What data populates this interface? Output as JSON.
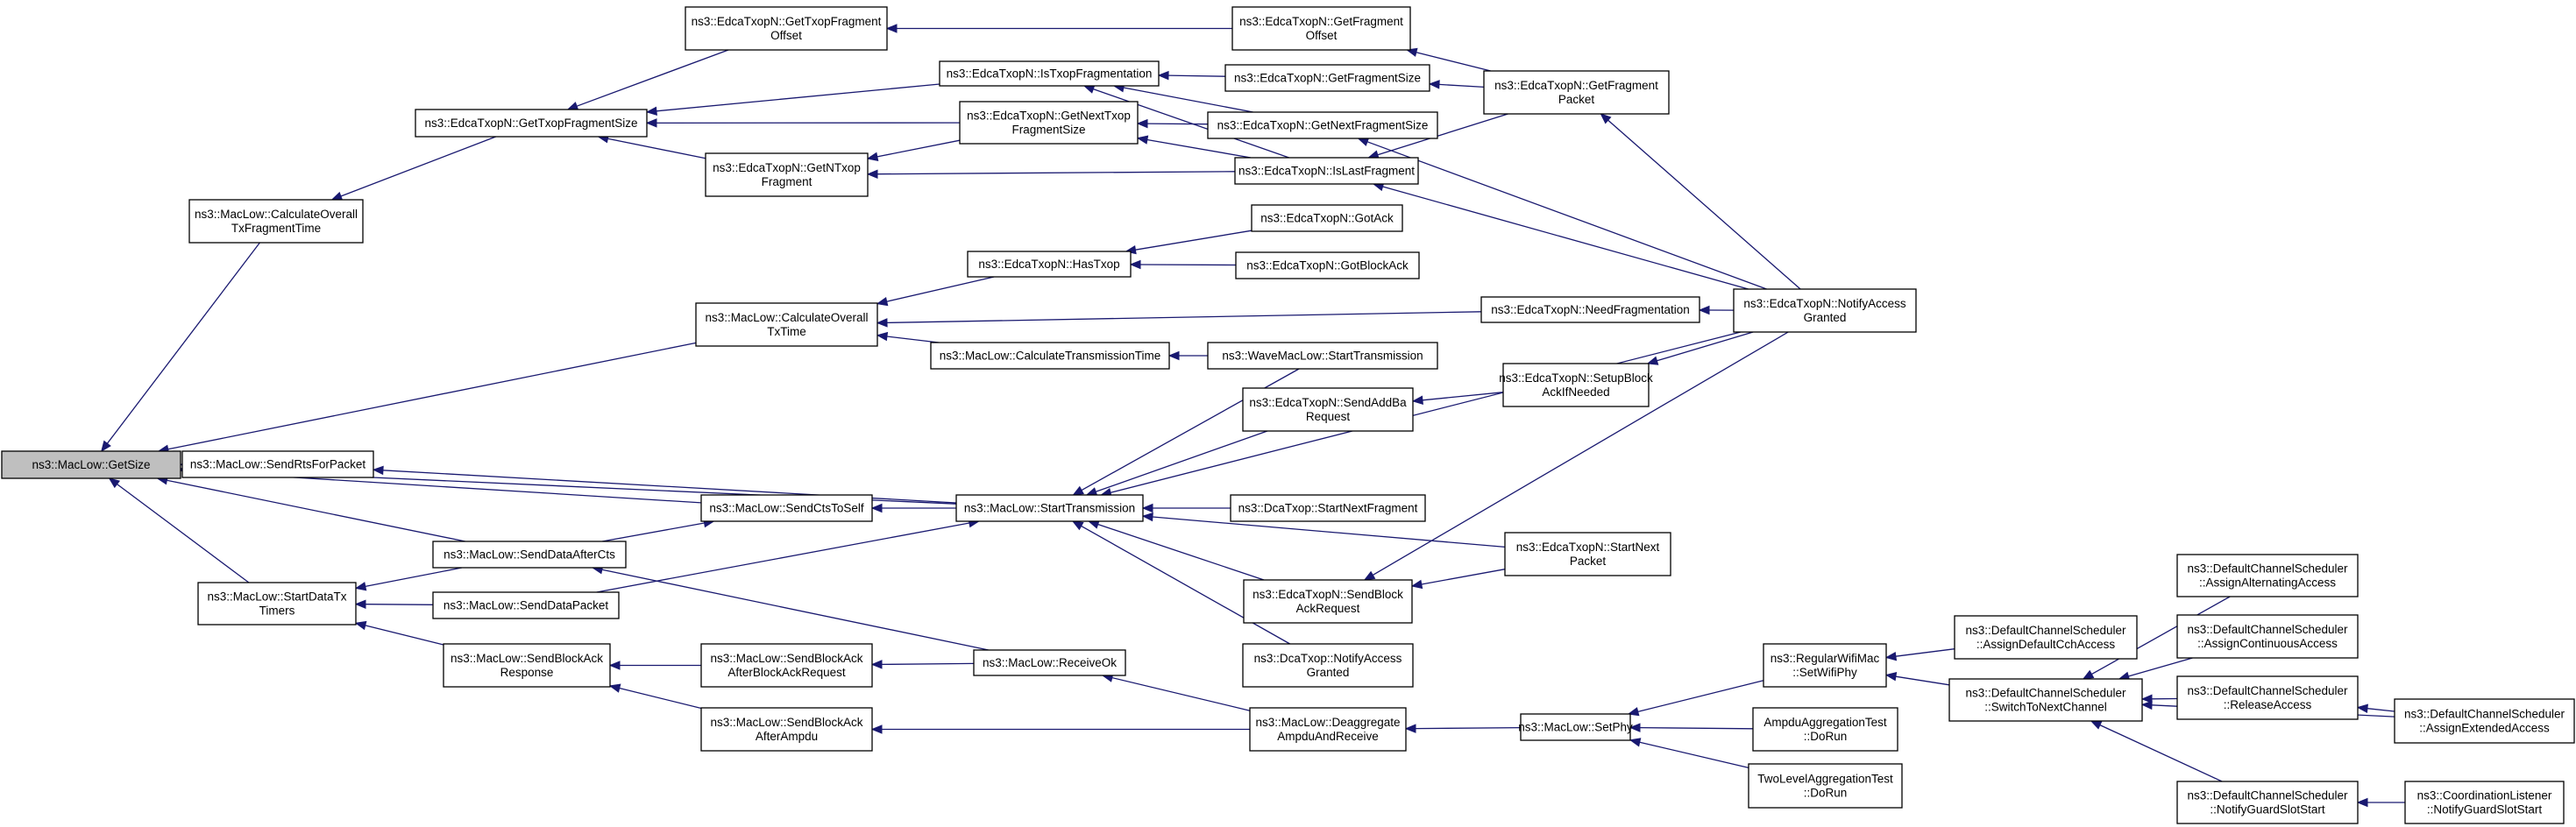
{
  "graph": {
    "root": "n_getsize",
    "edge_color": "#191970",
    "root_fill": "#bfbfbf",
    "nodes": [
      {
        "id": "n_getsize",
        "lines": [
          "ns3::MacLow::GetSize"
        ]
      },
      {
        "id": "n_calc_overall_frag",
        "lines": [
          "ns3::MacLow::CalculateOverall",
          "TxFragmentTime"
        ]
      },
      {
        "id": "n_get_txop_frag_size",
        "lines": [
          "ns3::EdcaTxopN::GetTxopFragmentSize"
        ]
      },
      {
        "id": "n_get_txop_frag_offset",
        "lines": [
          "ns3::EdcaTxopN::GetTxopFragment",
          "Offset"
        ]
      },
      {
        "id": "n_is_txop_frag",
        "lines": [
          "ns3::EdcaTxopN::IsTxopFragmentation"
        ]
      },
      {
        "id": "n_get_next_txop_frag_size",
        "lines": [
          "ns3::EdcaTxopN::GetNextTxop",
          "FragmentSize"
        ]
      },
      {
        "id": "n_get_ntxop_frag",
        "lines": [
          "ns3::EdcaTxopN::GetNTxop",
          "Fragment"
        ]
      },
      {
        "id": "n_get_frag_offset",
        "lines": [
          "ns3::EdcaTxopN::GetFragment",
          "Offset"
        ]
      },
      {
        "id": "n_get_frag_size",
        "lines": [
          "ns3::EdcaTxopN::GetFragmentSize"
        ]
      },
      {
        "id": "n_get_next_frag_size",
        "lines": [
          "ns3::EdcaTxopN::GetNextFragmentSize"
        ]
      },
      {
        "id": "n_is_last_frag",
        "lines": [
          "ns3::EdcaTxopN::IsLastFragment"
        ]
      },
      {
        "id": "n_get_frag_packet",
        "lines": [
          "ns3::EdcaTxopN::GetFragment",
          "Packet"
        ]
      },
      {
        "id": "n_calc_overall_tx",
        "lines": [
          "ns3::MacLow::CalculateOverall",
          "TxTime"
        ]
      },
      {
        "id": "n_has_txop",
        "lines": [
          "ns3::EdcaTxopN::HasTxop"
        ]
      },
      {
        "id": "n_got_ack",
        "lines": [
          "ns3::EdcaTxopN::GotAck"
        ]
      },
      {
        "id": "n_got_block_ack",
        "lines": [
          "ns3::EdcaTxopN::GotBlockAck"
        ]
      },
      {
        "id": "n_need_frag",
        "lines": [
          "ns3::EdcaTxopN::NeedFragmentation"
        ]
      },
      {
        "id": "n_notify_access",
        "lines": [
          "ns3::EdcaTxopN::NotifyAccess",
          "Granted"
        ]
      },
      {
        "id": "n_calc_trans_time",
        "lines": [
          "ns3::MacLow::CalculateTransmissionTime"
        ]
      },
      {
        "id": "n_wave_start_trans",
        "lines": [
          "ns3::WaveMacLow::StartTransmission"
        ]
      },
      {
        "id": "n_send_addba",
        "lines": [
          "ns3::EdcaTxopN::SendAddBa",
          "Request"
        ]
      },
      {
        "id": "n_setup_block_ack",
        "lines": [
          "ns3::EdcaTxopN::SetupBlock",
          "AckIfNeeded"
        ]
      },
      {
        "id": "n_send_rts",
        "lines": [
          "ns3::MacLow::SendRtsForPacket"
        ]
      },
      {
        "id": "n_send_cts_self",
        "lines": [
          "ns3::MacLow::SendCtsToSelf"
        ]
      },
      {
        "id": "n_start_trans",
        "lines": [
          "ns3::MacLow::StartTransmission"
        ]
      },
      {
        "id": "n_dca_next_frag",
        "lines": [
          "ns3::DcaTxop::StartNextFragment"
        ]
      },
      {
        "id": "n_send_data_after_cts",
        "lines": [
          "ns3::MacLow::SendDataAfterCts"
        ]
      },
      {
        "id": "n_edca_start_next",
        "lines": [
          "ns3::EdcaTxopN::StartNext",
          "Packet"
        ]
      },
      {
        "id": "n_start_data_tx_timers",
        "lines": [
          "ns3::MacLow::StartDataTx",
          "Timers"
        ]
      },
      {
        "id": "n_send_data_packet",
        "lines": [
          "ns3::MacLow::SendDataPacket"
        ]
      },
      {
        "id": "n_send_block_ack_req",
        "lines": [
          "ns3::EdcaTxopN::SendBlock",
          "AckRequest"
        ]
      },
      {
        "id": "n_send_block_ack_resp",
        "lines": [
          "ns3::MacLow::SendBlockAck",
          "Response"
        ]
      },
      {
        "id": "n_send_ba_after_bar",
        "lines": [
          "ns3::MacLow::SendBlockAck",
          "AfterBlockAckRequest"
        ]
      },
      {
        "id": "n_receive_ok",
        "lines": [
          "ns3::MacLow::ReceiveOk"
        ]
      },
      {
        "id": "n_dca_notify_access",
        "lines": [
          "ns3::DcaTxop::NotifyAccess",
          "Granted"
        ]
      },
      {
        "id": "n_send_ba_after_ampdu",
        "lines": [
          "ns3::MacLow::SendBlockAck",
          "AfterAmpdu"
        ]
      },
      {
        "id": "n_deaggregate",
        "lines": [
          "ns3::MacLow::Deaggregate",
          "AmpduAndReceive"
        ]
      },
      {
        "id": "n_set_phy",
        "lines": [
          "ns3::MacLow::SetPhy"
        ]
      },
      {
        "id": "n_regular_wifi_set_phy",
        "lines": [
          "ns3::RegularWifiMac",
          "::SetWifiPhy"
        ]
      },
      {
        "id": "n_ampdu_test",
        "lines": [
          "AmpduAggregationTest",
          "::DoRun"
        ]
      },
      {
        "id": "n_two_level_test",
        "lines": [
          "TwoLevelAggregationTest",
          "::DoRun"
        ]
      },
      {
        "id": "n_assign_default_cch",
        "lines": [
          "ns3::DefaultChannelScheduler",
          "::AssignDefaultCchAccess"
        ]
      },
      {
        "id": "n_switch_next_channel",
        "lines": [
          "ns3::DefaultChannelScheduler",
          "::SwitchToNextChannel"
        ]
      },
      {
        "id": "n_assign_alternating",
        "lines": [
          "ns3::DefaultChannelScheduler",
          "::AssignAlternatingAccess"
        ]
      },
      {
        "id": "n_assign_continuous",
        "lines": [
          "ns3::DefaultChannelScheduler",
          "::AssignContinuousAccess"
        ]
      },
      {
        "id": "n_release_access",
        "lines": [
          "ns3::DefaultChannelScheduler",
          "::ReleaseAccess"
        ]
      },
      {
        "id": "n_notify_guard_slot",
        "lines": [
          "ns3::DefaultChannelScheduler",
          "::NotifyGuardSlotStart"
        ]
      },
      {
        "id": "n_assign_extended",
        "lines": [
          "ns3::DefaultChannelScheduler",
          "::AssignExtendedAccess"
        ]
      },
      {
        "id": "n_coord_notify_guard",
        "lines": [
          "ns3::CoordinationListener",
          "::NotifyGuardSlotStart"
        ]
      }
    ],
    "edges": [
      [
        "n_calc_overall_frag",
        "n_getsize"
      ],
      [
        "n_get_txop_frag_size",
        "n_calc_overall_frag"
      ],
      [
        "n_get_txop_frag_offset",
        "n_get_txop_frag_size"
      ],
      [
        "n_get_frag_offset",
        "n_get_txop_frag_offset"
      ],
      [
        "n_get_frag_packet",
        "n_get_frag_offset"
      ],
      [
        "n_is_txop_frag",
        "n_get_txop_frag_size"
      ],
      [
        "n_get_frag_size",
        "n_is_txop_frag"
      ],
      [
        "n_get_next_frag_size",
        "n_is_txop_frag"
      ],
      [
        "n_is_last_frag",
        "n_is_txop_frag"
      ],
      [
        "n_get_next_txop_frag_size",
        "n_get_txop_frag_size"
      ],
      [
        "n_get_next_frag_size",
        "n_get_next_txop_frag_size"
      ],
      [
        "n_is_last_frag",
        "n_get_next_txop_frag_size"
      ],
      [
        "n_get_ntxop_frag",
        "n_get_txop_frag_size"
      ],
      [
        "n_get_next_txop_frag_size",
        "n_get_ntxop_frag"
      ],
      [
        "n_is_last_frag",
        "n_get_ntxop_frag"
      ],
      [
        "n_get_frag_packet",
        "n_get_frag_size"
      ],
      [
        "n_get_frag_packet",
        "n_is_last_frag"
      ],
      [
        "n_notify_access",
        "n_get_frag_packet"
      ],
      [
        "n_notify_access",
        "n_get_next_frag_size"
      ],
      [
        "n_notify_access",
        "n_is_last_frag"
      ],
      [
        "n_calc_overall_tx",
        "n_getsize"
      ],
      [
        "n_has_txop",
        "n_calc_overall_tx"
      ],
      [
        "n_got_ack",
        "n_has_txop"
      ],
      [
        "n_got_block_ack",
        "n_has_txop"
      ],
      [
        "n_need_frag",
        "n_calc_overall_tx"
      ],
      [
        "n_notify_access",
        "n_need_frag"
      ],
      [
        "n_calc_trans_time",
        "n_calc_overall_tx"
      ],
      [
        "n_wave_start_trans",
        "n_calc_trans_time"
      ],
      [
        "n_setup_block_ack",
        "n_send_addba"
      ],
      [
        "n_notify_access",
        "n_setup_block_ack"
      ],
      [
        "n_send_rts",
        "n_getsize"
      ],
      [
        "n_start_trans",
        "n_send_rts"
      ],
      [
        "n_send_cts_self",
        "n_getsize"
      ],
      [
        "n_start_trans",
        "n_send_cts_self"
      ],
      [
        "n_start_trans",
        "n_getsize"
      ],
      [
        "n_wave_start_trans",
        "n_start_trans"
      ],
      [
        "n_send_addba",
        "n_start_trans"
      ],
      [
        "n_notify_access",
        "n_start_trans"
      ],
      [
        "n_dca_next_frag",
        "n_start_trans"
      ],
      [
        "n_edca_start_next",
        "n_start_trans"
      ],
      [
        "n_send_block_ack_req",
        "n_start_trans"
      ],
      [
        "n_dca_notify_access",
        "n_start_trans"
      ],
      [
        "n_edca_start_next",
        "n_send_block_ack_req"
      ],
      [
        "n_notify_access",
        "n_send_block_ack_req"
      ],
      [
        "n_send_data_after_cts",
        "n_getsize"
      ],
      [
        "n_send_data_after_cts",
        "n_send_cts_self"
      ],
      [
        "n_receive_ok",
        "n_send_data_after_cts"
      ],
      [
        "n_send_data_after_cts",
        "n_start_data_tx_timers"
      ],
      [
        "n_start_data_tx_timers",
        "n_getsize"
      ],
      [
        "n_send_data_packet",
        "n_start_data_tx_timers"
      ],
      [
        "n_send_data_packet",
        "n_start_trans"
      ],
      [
        "n_send_block_ack_resp",
        "n_start_data_tx_timers"
      ],
      [
        "n_send_ba_after_bar",
        "n_send_block_ack_resp"
      ],
      [
        "n_receive_ok",
        "n_send_ba_after_bar"
      ],
      [
        "n_deaggregate",
        "n_receive_ok"
      ],
      [
        "n_send_ba_after_ampdu",
        "n_send_block_ack_resp"
      ],
      [
        "n_deaggregate",
        "n_send_ba_after_ampdu"
      ],
      [
        "n_set_phy",
        "n_deaggregate"
      ],
      [
        "n_regular_wifi_set_phy",
        "n_set_phy"
      ],
      [
        "n_ampdu_test",
        "n_set_phy"
      ],
      [
        "n_two_level_test",
        "n_set_phy"
      ],
      [
        "n_assign_default_cch",
        "n_regular_wifi_set_phy"
      ],
      [
        "n_switch_next_channel",
        "n_regular_wifi_set_phy"
      ],
      [
        "n_assign_alternating",
        "n_switch_next_channel"
      ],
      [
        "n_assign_continuous",
        "n_switch_next_channel"
      ],
      [
        "n_release_access",
        "n_switch_next_channel"
      ],
      [
        "n_assign_extended",
        "n_switch_next_channel"
      ],
      [
        "n_notify_guard_slot",
        "n_switch_next_channel"
      ],
      [
        "n_assign_extended",
        "n_release_access"
      ],
      [
        "n_coord_notify_guard",
        "n_notify_guard_slot"
      ]
    ]
  }
}
